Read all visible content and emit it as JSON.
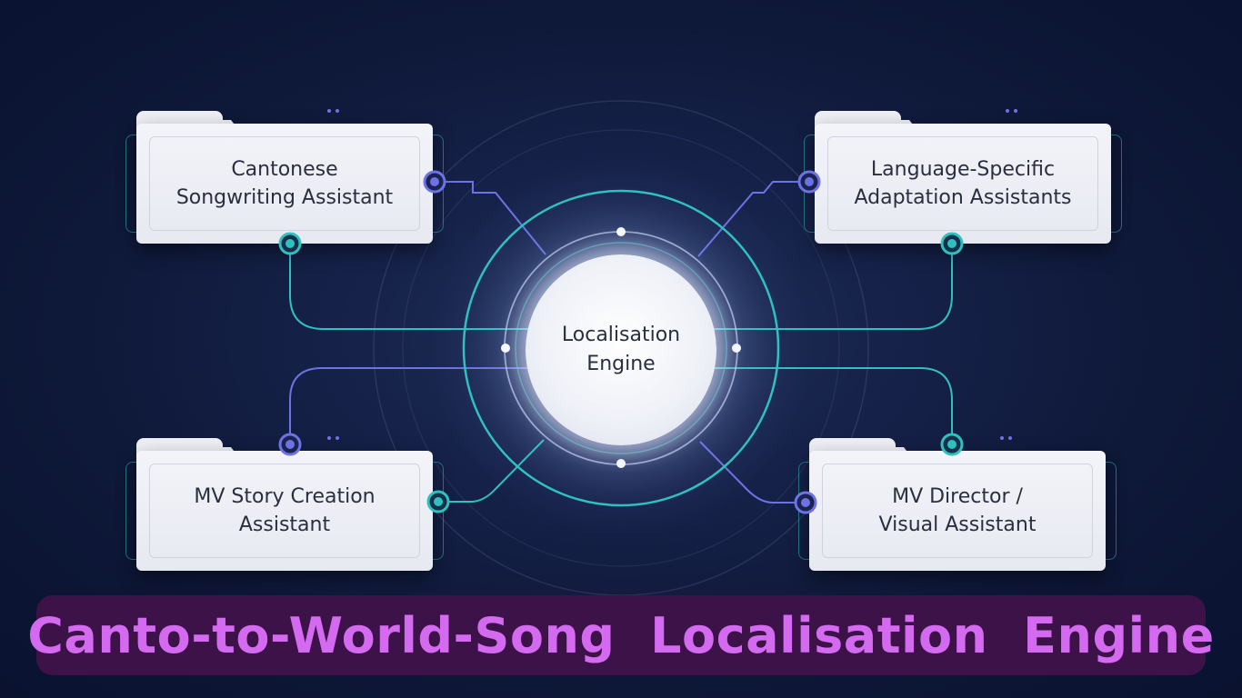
{
  "hub": {
    "label_lines": [
      "Localisation",
      "Engine"
    ]
  },
  "cards": [
    {
      "id": "top-left",
      "lines": [
        "Cantonese",
        "Songwriting Assistant"
      ]
    },
    {
      "id": "top-right",
      "lines": [
        "Language-Specific",
        "Adaptation Assistants"
      ]
    },
    {
      "id": "bottom-left",
      "lines": [
        "MV Story Creation",
        "Assistant"
      ]
    },
    {
      "id": "bottom-right",
      "lines": [
        "MV Director /",
        "Visual Assistant"
      ]
    }
  ],
  "banner": {
    "title": "Canto-to-World-Song  Localisation  Engine"
  },
  "colors": {
    "teal": "#2fc1c0",
    "violet": "#6d72e4",
    "banner_bg": "#3c1248",
    "banner_text": "#d46af0",
    "card_text": "#2a2f3f"
  }
}
